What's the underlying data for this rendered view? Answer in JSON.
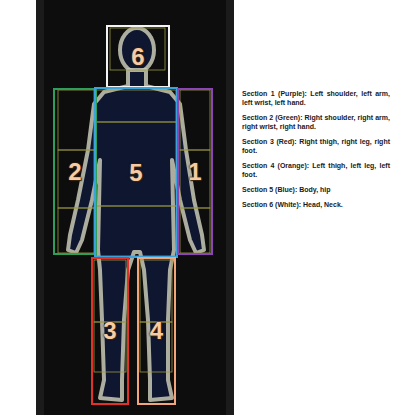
{
  "diagram": {
    "nodes": [
      {
        "text": [
          "6"
        ]
      },
      {
        "text": [
          "2"
        ]
      },
      {
        "text": [
          "5"
        ]
      },
      {
        "text": [
          "1"
        ]
      },
      {
        "text": [
          "3"
        ]
      },
      {
        "text": [
          "4"
        ]
      }
    ],
    "labels": [
      "Section 1 (Purple): Left shoulder, left arm, left wrist, left hand.",
      "Section 2 (Green): Right shoulder, right arm, right wrist, right hand.",
      "Section 3 (Red): Right thigh, right leg, right foot.",
      "Section 4 (Orange): Left thigh, left leg, left foot.",
      "Section 5 (Blue): Body, hip",
      "Section 6 (White): Head, Neck."
    ]
  }
}
